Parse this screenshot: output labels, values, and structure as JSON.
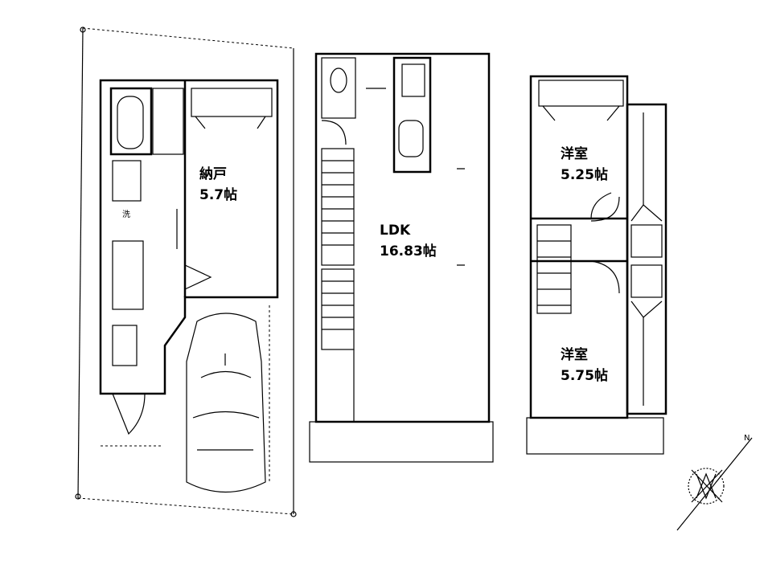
{
  "floors": [
    {
      "rooms": [
        {
          "name": "納戸",
          "size": "5.7帖"
        },
        {
          "name": "洗",
          "size": ""
        }
      ]
    },
    {
      "rooms": [
        {
          "name": "LDK",
          "size": "16.83帖"
        }
      ]
    },
    {
      "rooms": [
        {
          "name": "洋室",
          "size": "5.25帖"
        },
        {
          "name": "洋室",
          "size": "5.75帖"
        }
      ]
    }
  ],
  "compass": {
    "icon": "north-arrow-icon",
    "label": "N"
  },
  "colors": {
    "line": "#000000",
    "background": "#ffffff"
  }
}
